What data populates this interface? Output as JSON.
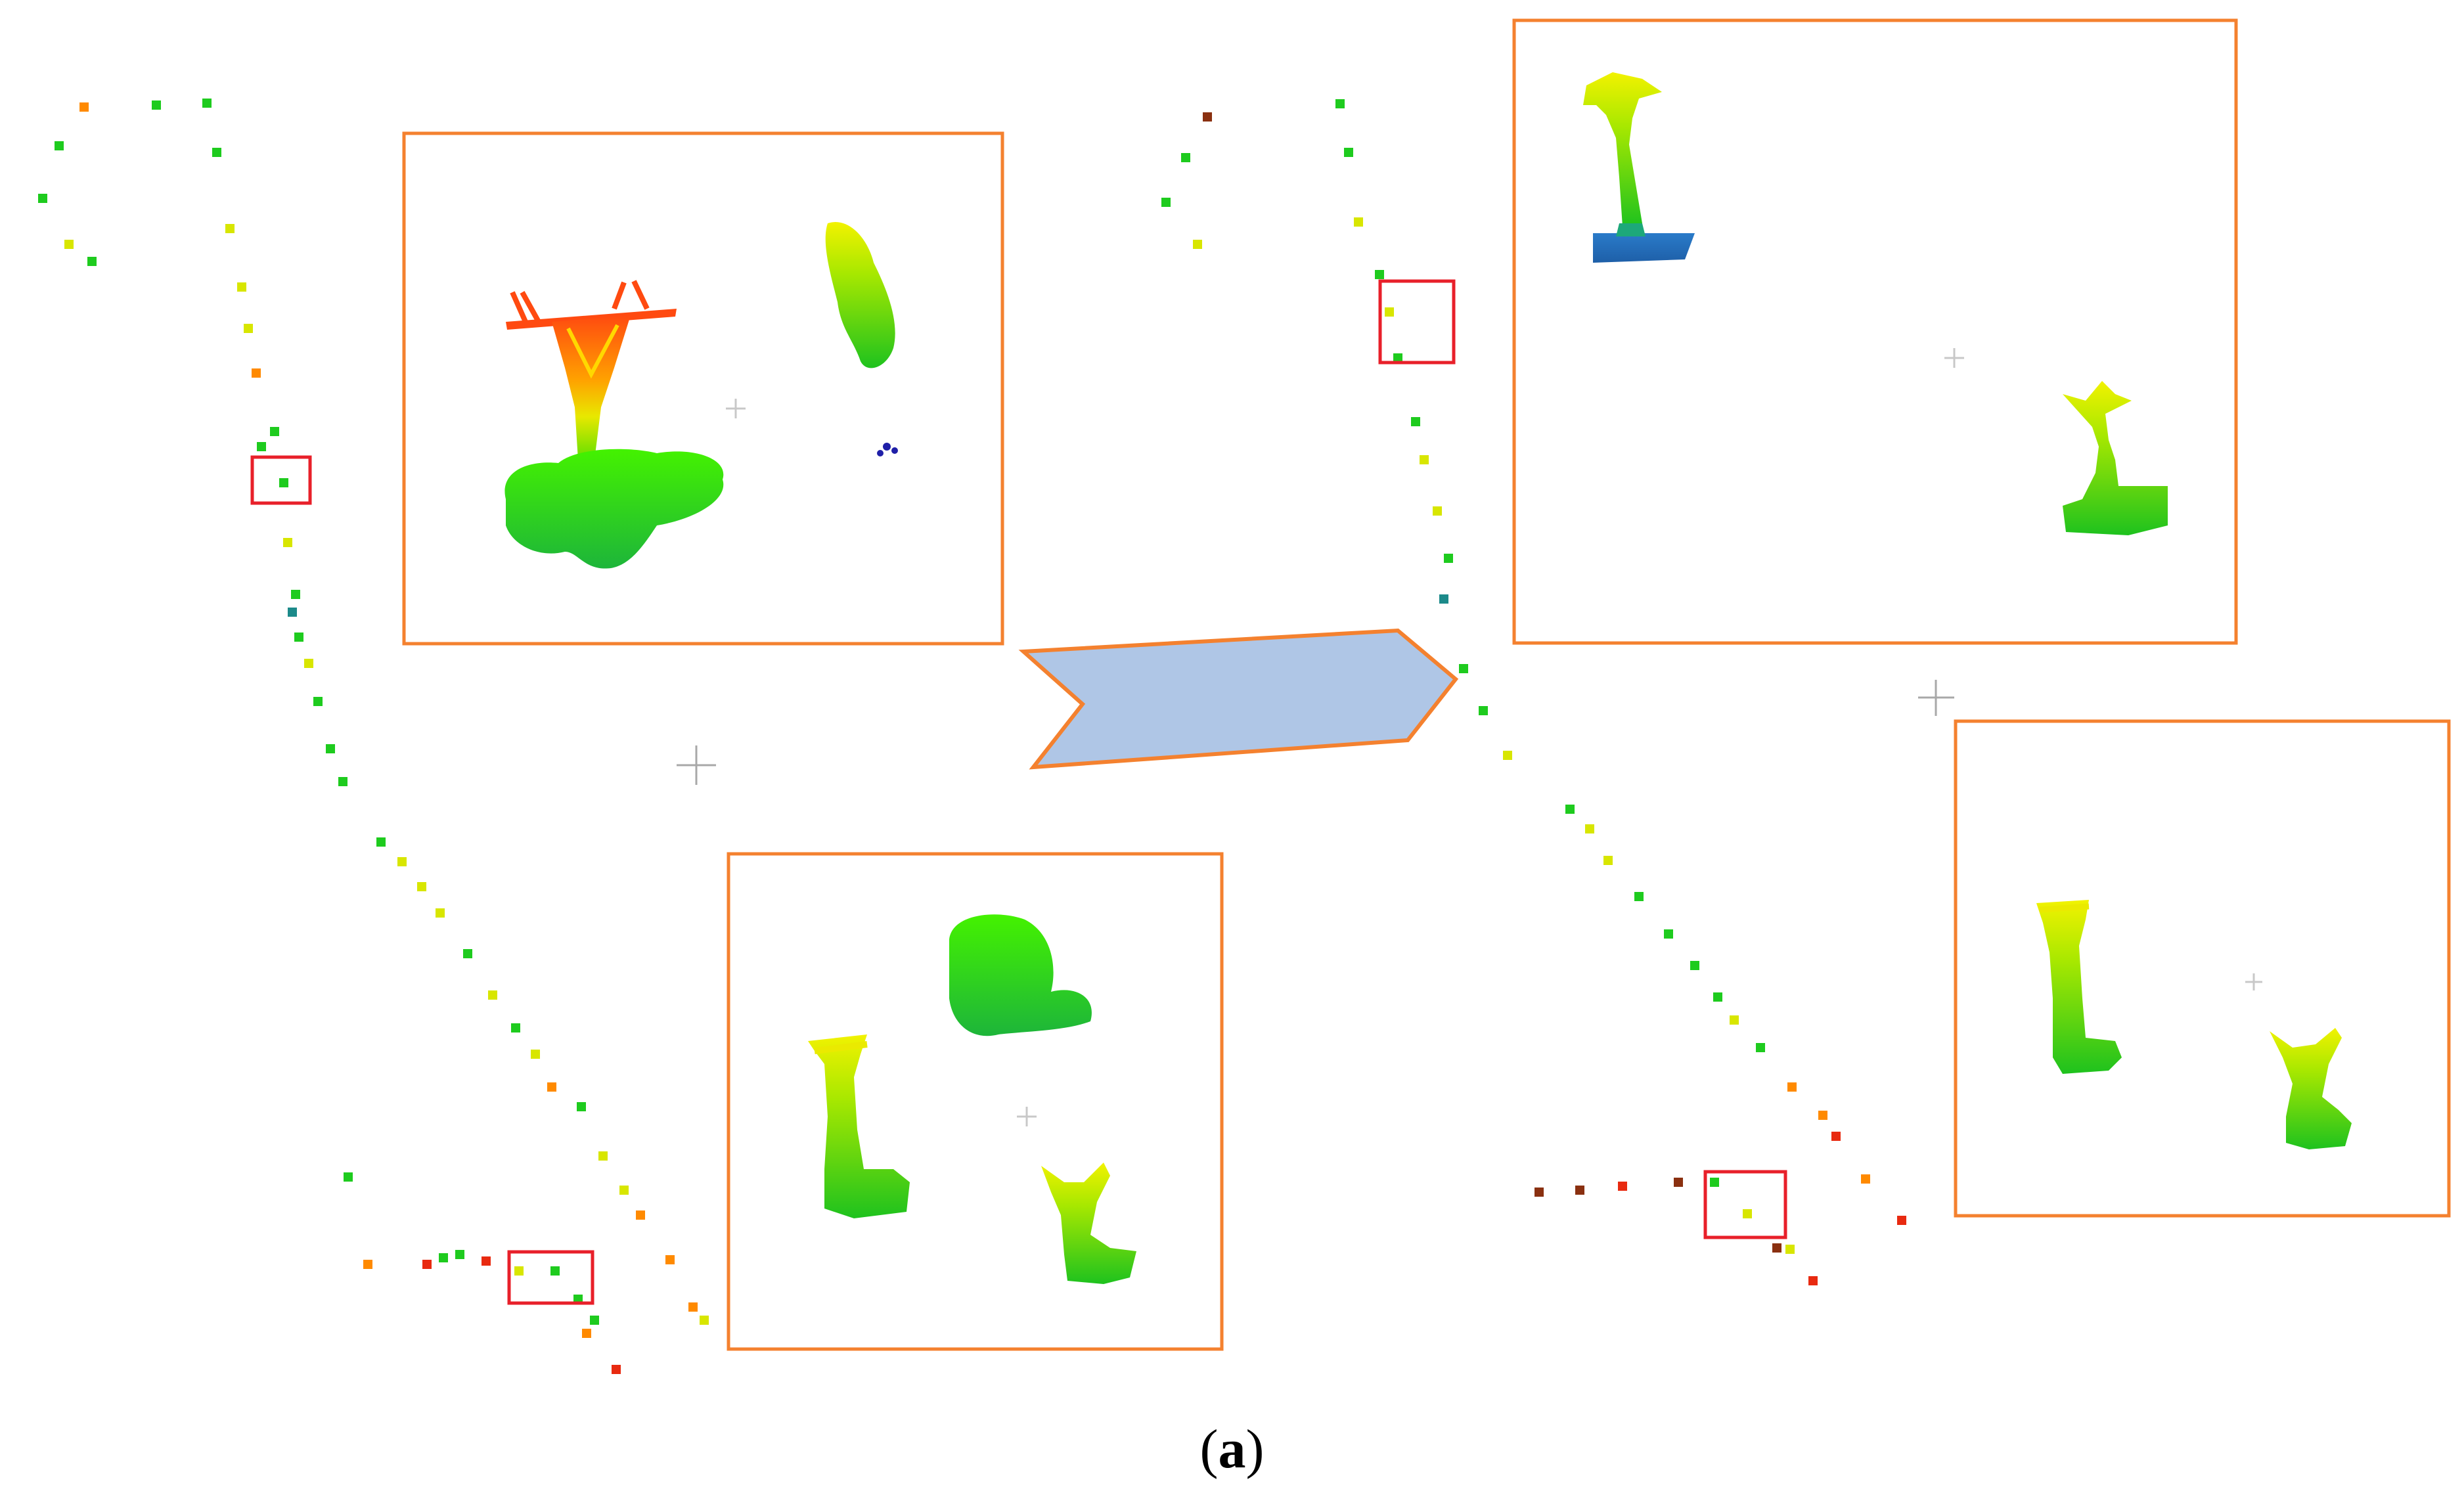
{
  "caption": {
    "open": "(",
    "label": "a",
    "close": ")"
  },
  "colors": {
    "inset_border": "#F4812F",
    "highlight_box": "#E8202A",
    "arrow_fill": "#AFC6E6",
    "arrow_stroke": "#F4812F",
    "crosshair": "#A8A8A8"
  },
  "panels": [
    {
      "name": "before-processing-panel"
    },
    {
      "name": "after-processing-panel"
    }
  ],
  "insets": [
    {
      "name": "inset-tower-and-tree",
      "content": "tower-with-vegetation"
    },
    {
      "name": "inset-tower-pair-before",
      "content": "tower-pair-and-tree"
    },
    {
      "name": "inset-towers-filtered-top",
      "content": "two-filtered-towers"
    },
    {
      "name": "inset-towers-filtered-bottom",
      "content": "two-filtered-towers-closeup"
    }
  ]
}
